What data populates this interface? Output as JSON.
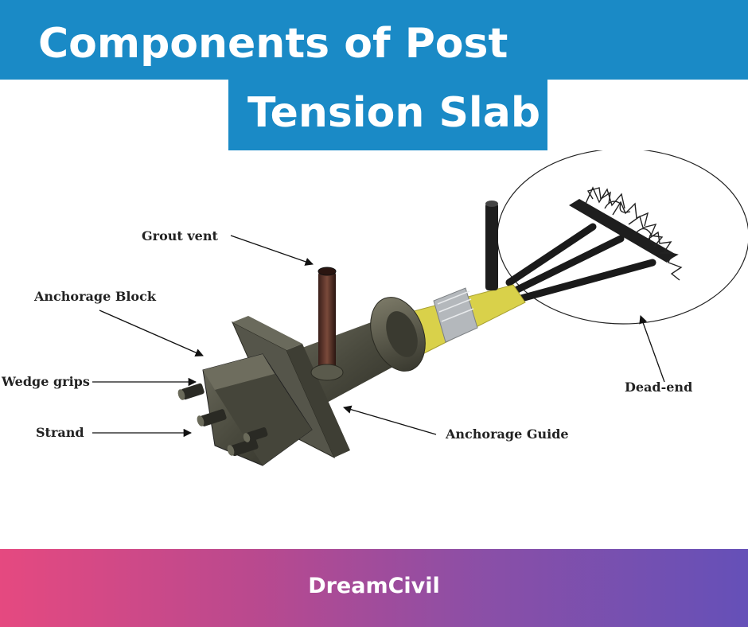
{
  "title": {
    "line1": "Components of Post",
    "line2": "Tension Slab"
  },
  "labels": {
    "grout_vent": "Grout vent",
    "anchorage_block": "Anchorage Block",
    "wedge_grips": "Wedge grips",
    "strand": "Strand",
    "anchorage_guide": "Anchorage Guide",
    "dead_end": "Dead-end"
  },
  "footer": {
    "brand": "DreamCivil"
  },
  "colors": {
    "banner": "#1a8ac6",
    "footer_start": "#e54980",
    "footer_end": "#6550b8"
  }
}
